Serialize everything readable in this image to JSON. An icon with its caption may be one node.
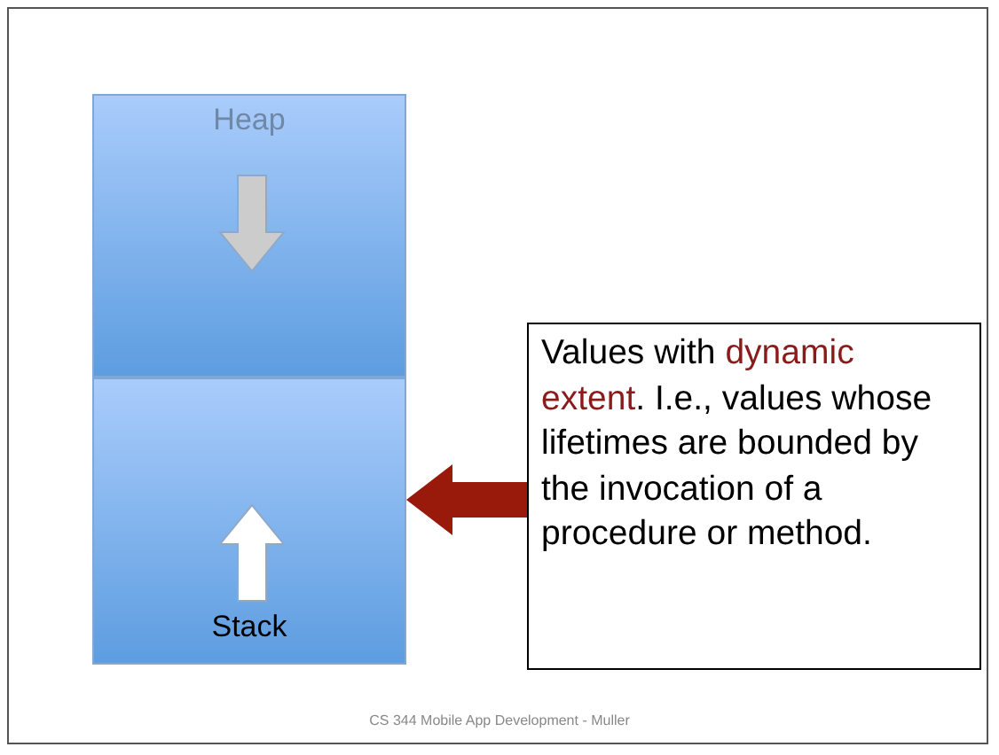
{
  "diagram": {
    "nodes": [
      {
        "text": [
          "Heap"
        ]
      },
      {
        "text": [
          "Stack"
        ]
      },
      {
        "text": [
          "Values with **dynamic extent**. I.e., values whose lifetimes are bounded by the invocation of a procedure or method."
        ]
      }
    ],
    "edges": [
      {
        "from": 2,
        "to": 1,
        "arrow": "to"
      }
    ],
    "labels": [
      "CS 344 Mobile App Development - Muller"
    ]
  }
}
